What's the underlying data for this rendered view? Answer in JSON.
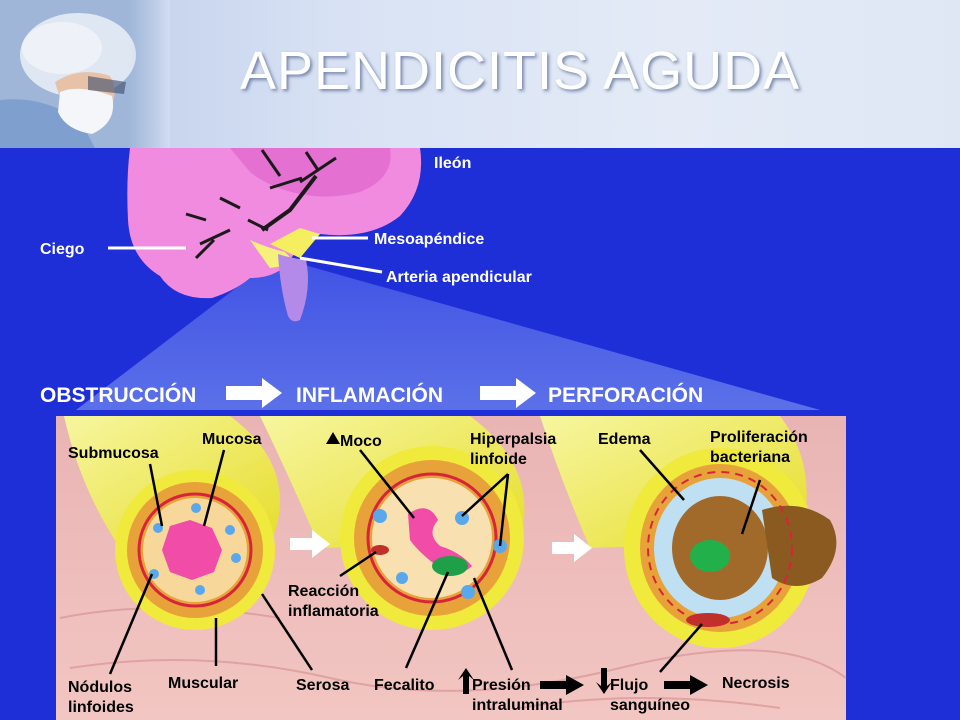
{
  "title": "APENDICITIS AGUDA",
  "icons": [
    "surgeon-photo",
    "right-arrow-icon",
    "up-arrow-icon",
    "down-arrow-icon"
  ],
  "colors": {
    "background": "#1f2fd8",
    "title": "#ffffff",
    "tissue": "#f4f060",
    "label": "#000000"
  },
  "top_labels": {
    "ileon": "Ileón",
    "ciego": "Ciego",
    "mesoapendice": "Mesoapéndice",
    "arteria": "Arteria apendicular"
  },
  "stages": [
    "OBSTRUCCIÓN",
    "INFLAMACIÓN",
    "PERFORACIÓN"
  ],
  "labels": {
    "submucosa": "Submucosa",
    "mucosa": "Mucosa",
    "moco": "Moco",
    "hiperplasia_1": "Hiperpalsia",
    "hiperplasia_2": "linfoide",
    "edema": "Edema",
    "proliferacion_1": "Proliferación",
    "proliferacion_2": "bacteriana",
    "reaccion_1": "Reacción",
    "reaccion_2": "inflamatoria",
    "nodulos_1": "Nódulos",
    "nodulos_2": "linfoides",
    "muscular": "Muscular",
    "serosa": "Serosa",
    "fecalito": "Fecalito",
    "presion_1": "Presión",
    "presion_2": "intraluminal",
    "flujo_1": "Flujo",
    "flujo_2": "sanguíneo",
    "necrosis": "Necrosis"
  }
}
